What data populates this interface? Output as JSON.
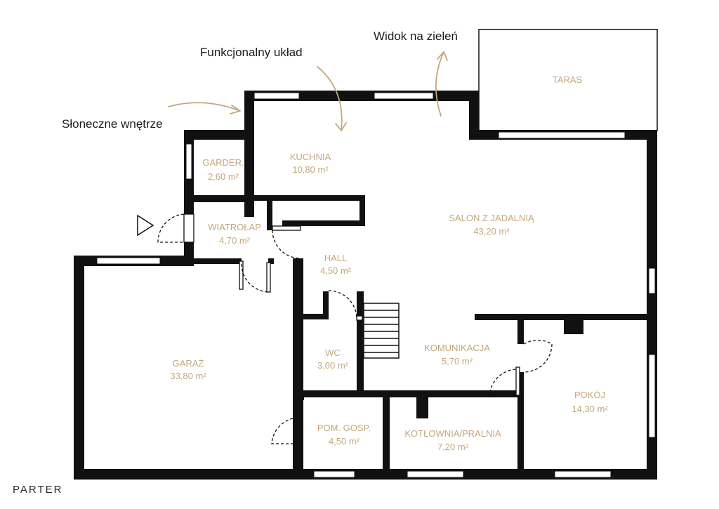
{
  "floor_label": "PARTER",
  "notes": {
    "sunny": "Słoneczne wnętrze",
    "layout": "Funkcjonalny układ",
    "view": "Widok na zieleń"
  },
  "rooms": {
    "taras": {
      "name": "TARAS"
    },
    "garderoba": {
      "name": "GARDER.",
      "area": "2,60 m²"
    },
    "kuchnia": {
      "name": "KUCHNIA",
      "area": "10,80 m²"
    },
    "salon": {
      "name": "SALON Z JADALNIĄ",
      "area": "43,20 m²"
    },
    "wiatrolap": {
      "name": "WIATROŁAP",
      "area": "4,70 m²"
    },
    "hall": {
      "name": "HALL",
      "area": "4,50 m²"
    },
    "garaz": {
      "name": "GARAŻ",
      "area": "33,80 m²"
    },
    "wc": {
      "name": "WC",
      "area": "3,00 m²"
    },
    "komunikacja": {
      "name": "KOMUNIKACJA",
      "area": "5,70 m²"
    },
    "pokoj": {
      "name": "POKÓJ",
      "area": "14,30 m²"
    },
    "pom_gosp": {
      "name": "POM. GOSP.",
      "area": "4,50 m²"
    },
    "kotlownia": {
      "name": "KOTŁOWNIA/PRALNIA",
      "area": "7,20 m²"
    }
  },
  "colors": {
    "wall": "#111111",
    "label": "#c4a77d",
    "annotation_arrow": "#c4a77d"
  }
}
